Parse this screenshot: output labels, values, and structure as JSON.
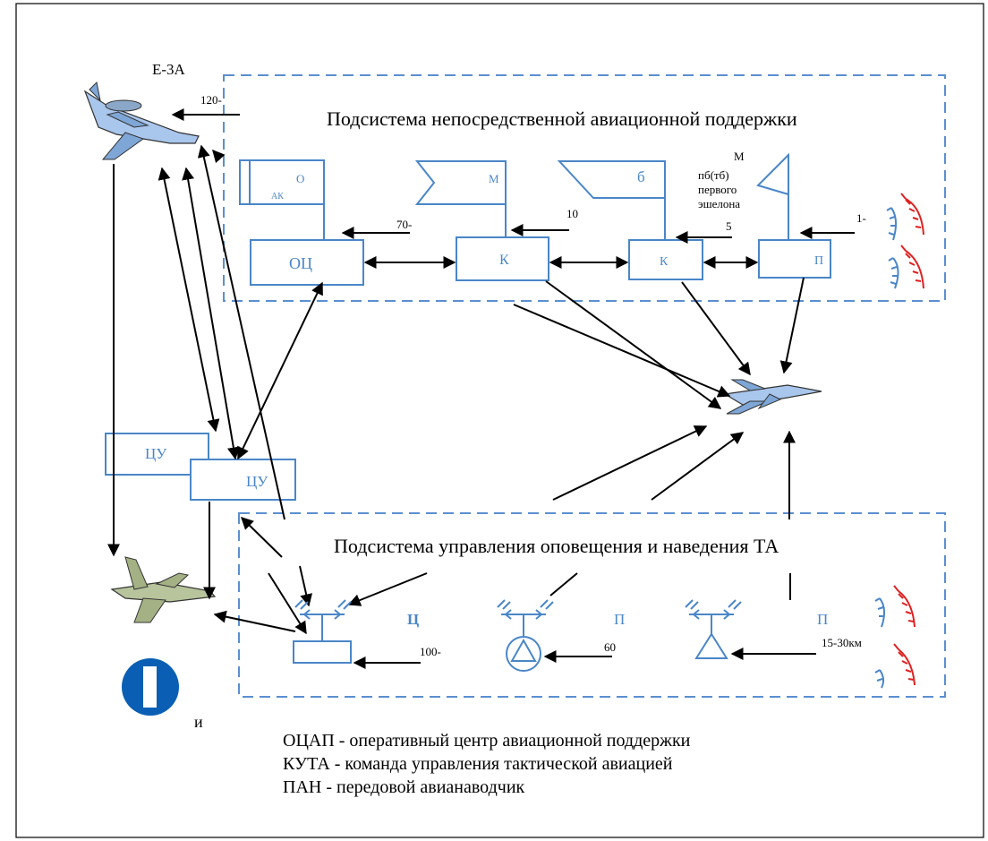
{
  "colors": {
    "box": "#4a86c8",
    "arrow": "#000000",
    "enemy": "#e02020",
    "friendly": "#4a86c8",
    "dash": "#5b8fd0"
  },
  "subsystems": {
    "top_title": "Подсистема непосредственной авиационной поддержки",
    "bottom_title": "Подсистема управления оповещения и наведения ТА"
  },
  "awacs_label": "Е-3А",
  "awacs_range": "120-",
  "top_units": {
    "flag1": "О",
    "flag1_sub": "АК",
    "flag2": "М",
    "flag3": "б",
    "echelon_m": "М",
    "echelon_lines": [
      "пб(тб)",
      "первого",
      "эшелона"
    ]
  },
  "top_boxes": {
    "ots": "ОЦ",
    "k1": "К",
    "k2": "К",
    "p": "П"
  },
  "top_distances": {
    "d70": "70-",
    "d10": "10",
    "d5": "5",
    "d1": "1-"
  },
  "cu_boxes": {
    "cu1": "ЦУ",
    "cu2": "ЦУ"
  },
  "bottom_labels": {
    "c": "Ц",
    "p1": "П",
    "p2": "П"
  },
  "bottom_distances": {
    "d100": "100-",
    "d60": "60",
    "d1530": "15-30км"
  },
  "side_label": "и",
  "legend": [
    "ОЦАП - оперативный  центр авиационной поддержки",
    "КУТА - команда управления тактической авиацией",
    "ПАН - передовой авианаводчик"
  ]
}
